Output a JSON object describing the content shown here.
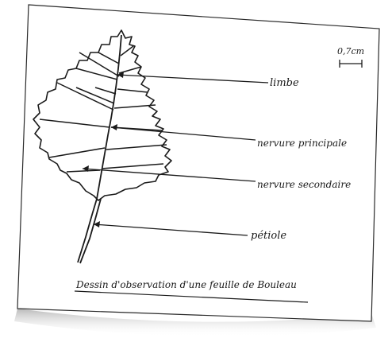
{
  "labels": {
    "limbe": "limbe",
    "nervure_principale": "nervure principale",
    "nervure_secondaire": "nervure secondaire",
    "petiole": "pétiole"
  },
  "scale": {
    "text": "0,7cm"
  },
  "caption": "Dessin d'observation d'une feuille de Bouleau",
  "colors": {
    "ink": "#1a1a1a",
    "paper": "#ffffff",
    "shadow": "#bdbdbd"
  }
}
